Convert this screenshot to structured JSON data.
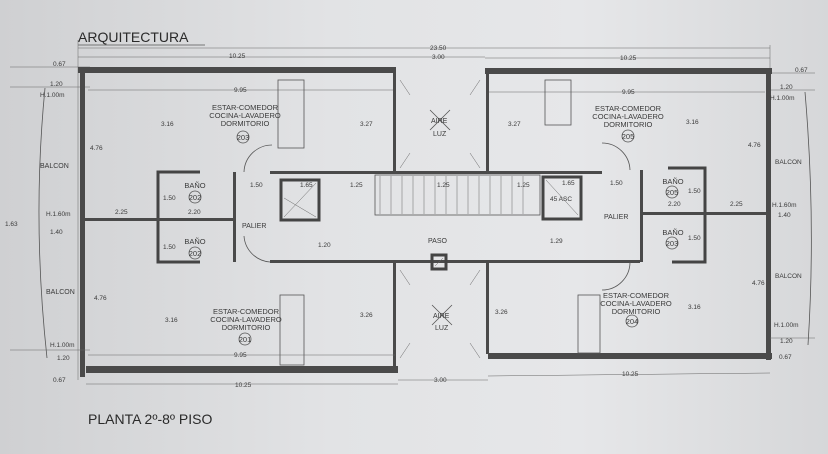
{
  "header": {
    "title": "ARQUITECTURA"
  },
  "footer": {
    "caption": "PLANTA 2º-8º PISO"
  },
  "units": [
    {
      "lines": [
        "ESTAR-COMEDOR",
        "COCINA-LAVADERO",
        "DORMITORIO"
      ],
      "number": "203"
    },
    {
      "lines": [
        "ESTAR-COMEDOR",
        "COCINA-LAVADERO",
        "DORMITORIO"
      ],
      "number": "201"
    },
    {
      "lines": [
        "ESTAR-COMEDOR",
        "COCINA-LAVADERO",
        "DORMITORIO"
      ],
      "number": "205"
    },
    {
      "lines": [
        "ESTAR-COMEDOR",
        "COCINA-LAVADERO",
        "DORMITORIO"
      ],
      "number": "204"
    }
  ],
  "bathrooms": [
    {
      "label": "BAÑO",
      "number": "202"
    },
    {
      "label": "BAÑO",
      "number": "202"
    },
    {
      "label": "BAÑO",
      "number": "205"
    },
    {
      "label": "BAÑO",
      "number": "203"
    }
  ],
  "areas": {
    "balcon": "BALCON",
    "palier": "PALIER",
    "paso": "PASO",
    "light_well": [
      "AIRE",
      "LUZ"
    ]
  },
  "dims": {
    "total": "23.50",
    "center": "3.00",
    "width": "10.25",
    "inner": "9.95",
    "d067": "0.67",
    "d120": "1.20",
    "h100": "H.1.00m",
    "h160": "H.1.60m",
    "d316": "3.16",
    "d327": "3.27",
    "d326": "3.26",
    "d476": "4.76",
    "d150": "1.50",
    "d165": "1.65",
    "d125": "1.25",
    "d225": "2.25",
    "d220": "2.20",
    "d163": "1.63",
    "d140": "1.40",
    "d129": "1.29",
    "asc": "45 ASC"
  }
}
